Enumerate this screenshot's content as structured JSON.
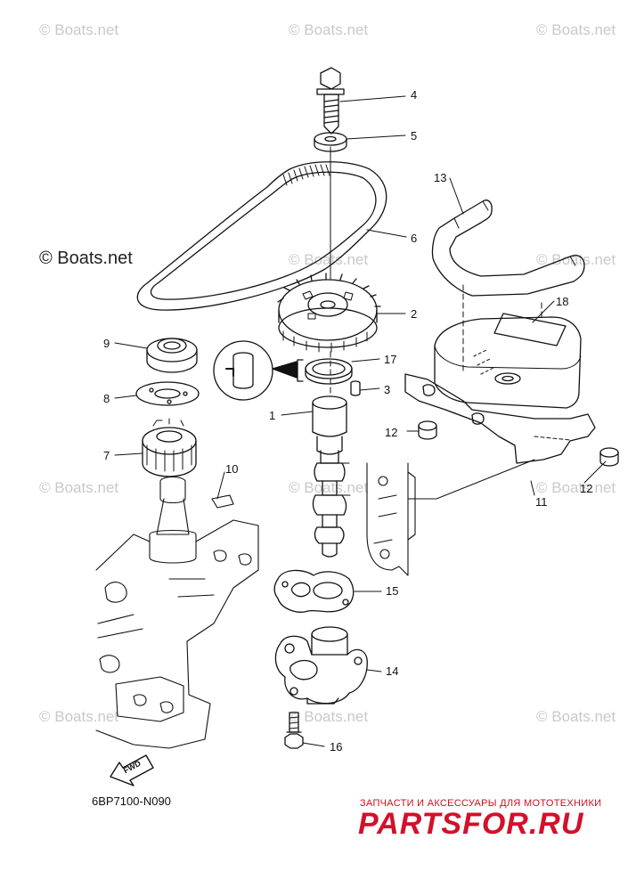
{
  "watermarks": [
    "© Boats.net",
    "© Boats.net",
    "© Boats.net",
    "© Boats.net",
    "© Boats.net",
    "© Boats.net",
    "© Boats.net",
    "© Boats.net",
    "© Boats.net",
    "© Boats.net",
    "© Boats.net"
  ],
  "watermark_big": "© Boats.net",
  "callouts": [
    "4",
    "5",
    "6",
    "13",
    "2",
    "18",
    "9",
    "17",
    "3",
    "8",
    "1",
    "12",
    "7",
    "10",
    "11",
    "12",
    "15",
    "14",
    "16"
  ],
  "direction_label": "FWD",
  "diagram_code": "6BP7100-N090",
  "brand": {
    "tagline": "ЗАПЧАСТИ И АКСЕССУАРЫ ДЛЯ МОТОТЕХНИКИ",
    "logo": "PARTSFOR.RU",
    "color": "#d2112a"
  }
}
